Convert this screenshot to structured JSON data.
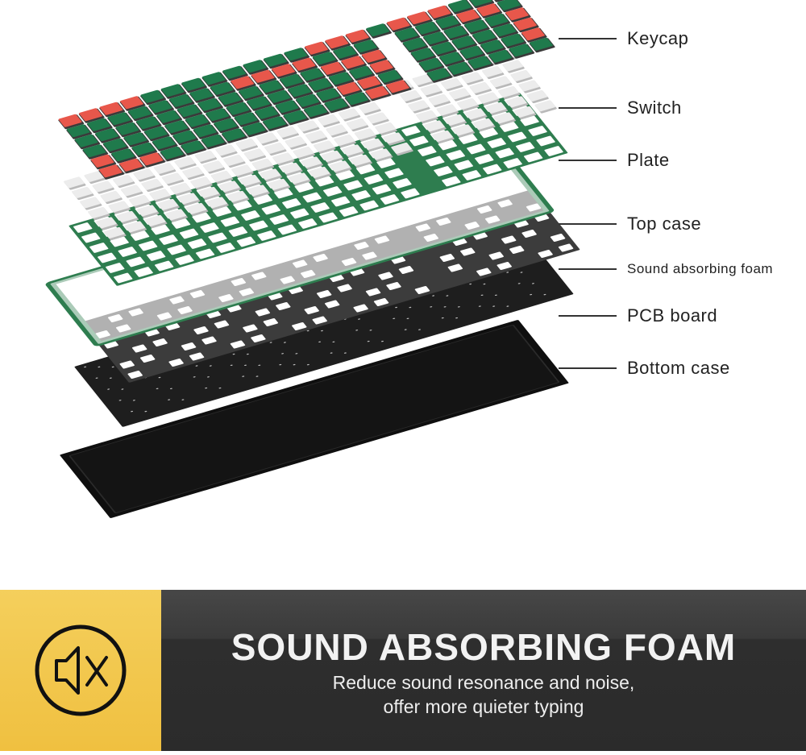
{
  "callouts": [
    {
      "label": "Keycap"
    },
    {
      "label": "Switch"
    },
    {
      "label": "Plate"
    },
    {
      "label": "Top case"
    },
    {
      "label": "Sound absorbing foam"
    },
    {
      "label": "PCB board"
    },
    {
      "label": "Bottom case"
    }
  ],
  "banner": {
    "title": "SOUND ABSORBING FOAM",
    "subtitle_line1": "Reduce sound resonance and noise,",
    "subtitle_line2": "offer more quieter typing",
    "icon": "speaker-mute-icon"
  },
  "colors": {
    "keycap_green": "#1f7a4c",
    "keycap_red": "#e8574b",
    "switch_white": "#ececec",
    "plate_green": "#2e7d4f",
    "foam": "#3c3c3c",
    "pcb": "#1e1e1e",
    "bottom_case": "#141414",
    "banner_yellow": "#f2c84b",
    "banner_dark": "#2f2f2f"
  }
}
